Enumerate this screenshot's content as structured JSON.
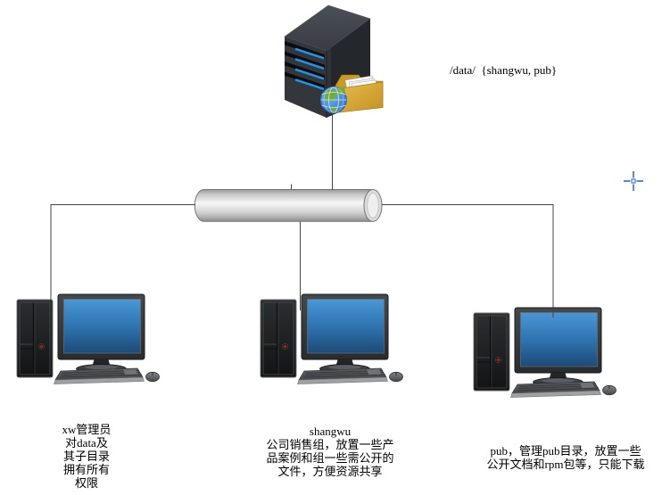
{
  "diagram": {
    "title_hint": "network share diagram",
    "server_label": "/data/  {shangwu, pub}",
    "server": {
      "icon": "server-tower-with-shared-folder"
    },
    "bus": {
      "shape": "cylinder-pipe"
    },
    "nodes": [
      {
        "id": "workstation-left",
        "label": "xw管理员\n对data及\n其子目录\n拥有所有\n权限"
      },
      {
        "id": "workstation-middle",
        "label": "shangwu\n公司销售组，放置一些产\n品案例和组一些需公开的\n文件，方便资源共享"
      },
      {
        "id": "workstation-right",
        "label": "pub，管理pub目录，放置一些\n公开文档和rpm包等，只能下载"
      }
    ],
    "icons": {
      "server": "server-tower-icon",
      "shared_folder": "network-folder-globe-icon",
      "workstation": "desktop-computer-icon",
      "bus": "ethernet-bus-cylinder",
      "cursor": "crosshair-plus-cursor"
    },
    "colors": {
      "screen_blue_top": "#3a87c6",
      "screen_blue_bottom": "#1d4d77",
      "led_blue": "#1e96ea",
      "folder_gold": "#d9a62e",
      "globe_blue": "#3f86d4",
      "globe_green": "#6fae3e",
      "cylinder_gray": "#d9d9d9",
      "connector_line": "#444444",
      "cursor_blue": "#3d7fd6"
    }
  }
}
